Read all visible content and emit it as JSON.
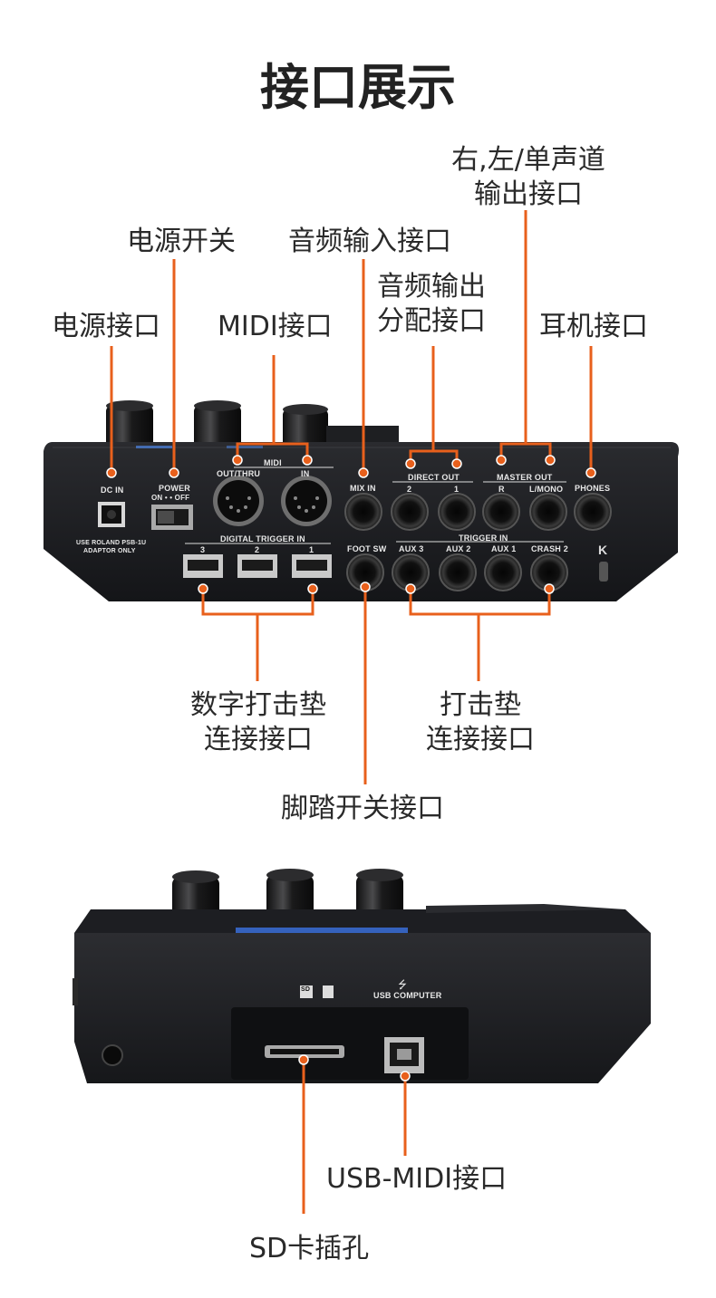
{
  "page": {
    "title": "接口展示",
    "accent_color": "#e8601c",
    "body_color": "#1c1d20"
  },
  "callouts": {
    "dc_in": "电源接口",
    "power": "电源开关",
    "midi": "MIDI接口",
    "mix_in": "音频输入接口",
    "direct_out": [
      "音频输出",
      "分配接口"
    ],
    "master_out": [
      "右,左/单声道",
      "输出接口"
    ],
    "phones": "耳机接口",
    "digital_trigger": [
      "数字打击垫",
      "连接接口"
    ],
    "trigger_in": [
      "打击垫",
      "连接接口"
    ],
    "foot_sw": "脚踏开关接口",
    "usb_midi": "USB-MIDI接口",
    "sd_slot": "SD卡插孔"
  },
  "rear_panel": {
    "dc_in": "DC IN",
    "adaptor": [
      "USE ROLAND PSB-1U",
      "ADAPTOR ONLY"
    ],
    "power": "POWER",
    "on_off": "ON •   • OFF",
    "midi": "MIDI",
    "midi_out": "OUT/THRU",
    "midi_in": "IN",
    "mix_in": "MIX IN",
    "direct_out": "DIRECT OUT",
    "direct_out_ports": [
      "2",
      "1"
    ],
    "master_out": "MASTER OUT",
    "master_out_ports": [
      "R",
      "L/MONO"
    ],
    "phones": "PHONES",
    "digital_trigger_in": "DIGITAL TRIGGER IN",
    "digital_trigger_ports": [
      "3",
      "2",
      "1"
    ],
    "foot_sw": "FOOT SW",
    "trigger_in": "TRIGGER IN",
    "trigger_in_ports": [
      "AUX 3",
      "AUX 2",
      "AUX 1",
      "CRASH 2"
    ]
  },
  "side_panel": {
    "usb_computer": "USB COMPUTER",
    "sd_logo": "SD"
  }
}
